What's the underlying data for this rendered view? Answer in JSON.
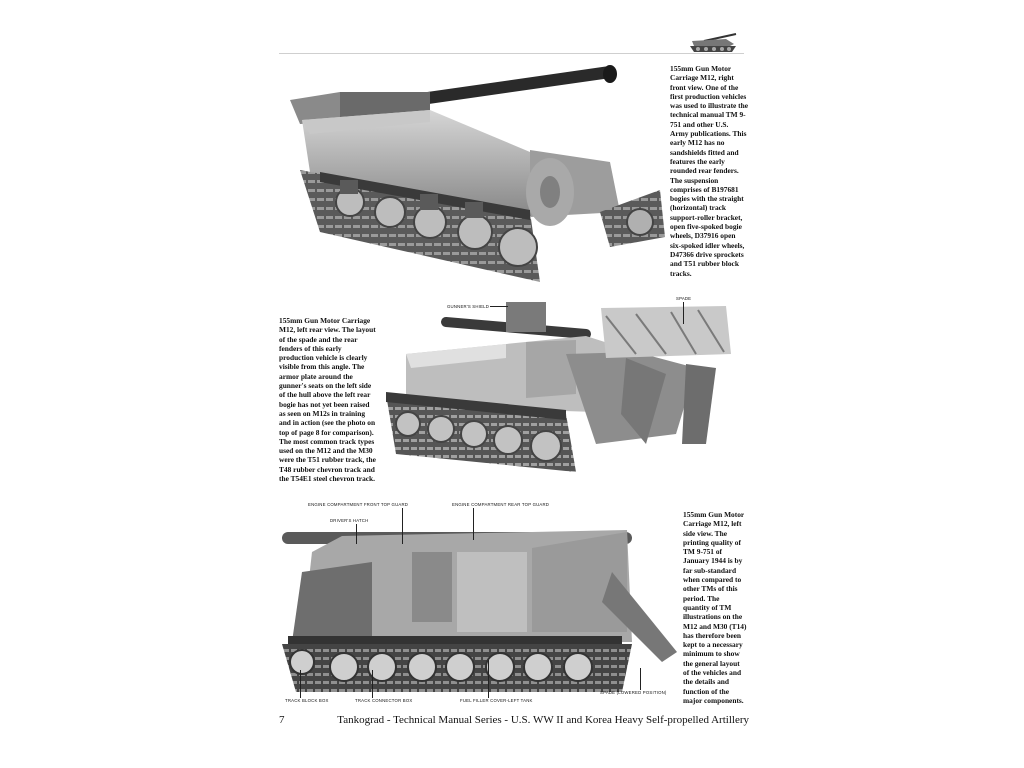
{
  "captions": {
    "photo1": "155mm Gun Motor Carriage M12, right front view. One of the first production vehicles was used to illustrate the technical manual TM 9-751 and other U.S. Army publications. This early M12 has no sandshields fitted and features the early rounded rear fenders. The suspension comprises of B197681 bogies with the straight (horizontal) track support-roller bracket, open five-spoked bogie wheels, D37916 open six-spoked idler wheels, D47366 drive sprockets and T51 rubber block tracks.",
    "photo2": "155mm Gun Motor Carriage M12, left rear view. The layout of the spade and the rear fenders of this early production vehicle is clearly visible from this angle. The armor plate around the gunner's seats on the left side of the hull above the left rear bogie has not yet been raised as seen on M12s in training and in action (see the photo on top of page 8 for comparison). The most common track types used on the M12 and the M30 were the T51 rubber track, the T48 rubber chevron track and the T54E1 steel chevron track.",
    "photo3": "155mm Gun Motor Carriage M12, left side view. The printing quality of TM 9-751 of January 1944 is by far sub-standard when compared to other TMs of this period. The quantity of TM illustrations on the M12 and M30 (T14) has therefore been kept to a necessary minimum to show the general layout of the vehicles and the details and function of the major components."
  },
  "labels": {
    "gunners_shield": "GUNNER'S SHIELD",
    "spade": "SPADE",
    "engine_front": "ENGINE COMPARTMENT FRONT TOP GUARD",
    "engine_rear": "ENGINE COMPARTMENT REAR TOP GUARD",
    "drivers_hatch": "DRIVER'S HATCH",
    "spade_lowered": "SPADE (LOWERED POSITION)",
    "track_block_box": "TRACK BLOCK BOX",
    "track_connector_box": "TRACK CONNECTOR BOX",
    "fuel_filler": "FUEL FILLER COVER-LEFT TANK"
  },
  "footer": {
    "page_number": "7",
    "running_title": "Tankograd - Technical Manual Series - U.S. WW II and Korea Heavy Self-propelled Artillery"
  },
  "icons": {
    "header_thumbnail": "tank-thumbnail-icon"
  },
  "colors": {
    "ink": "#111111",
    "rule": "#cfcfcf"
  }
}
